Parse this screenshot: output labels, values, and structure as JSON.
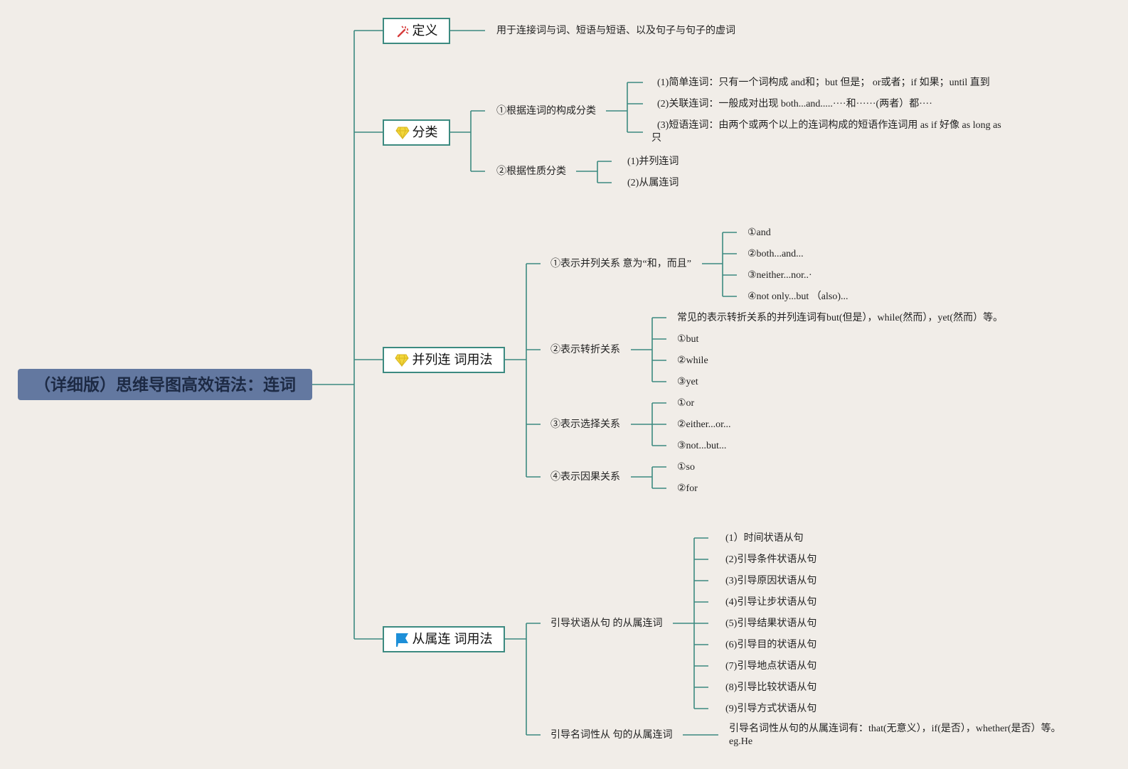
{
  "root": {
    "title": "（详细版）思维导图高效语法：连词"
  },
  "branches": {
    "definition": {
      "label": "定义",
      "icon": "magic-wand-icon",
      "text": "用于连接词与词、短语与短语、以及句子与句子的虚词"
    },
    "classification": {
      "label": "分类",
      "icon": "diamond-icon",
      "groups": [
        {
          "label": "①根据连词的构成分类",
          "items": [
            "(1)简单连词：只有一个词构成 and和；but 但是； or或者；if 如果；until 直到",
            "(2)关联连词：一般成对出现 both...and.....····和······(两者）都····",
            "(3)短语连词：由两个或两个以上的连词构成的短语作连词用 as if 好像 as long as 只"
          ]
        },
        {
          "label": "②根据性质分类",
          "items": [
            "(1)并列连词",
            "(2)从属连词"
          ]
        }
      ]
    },
    "coordinating": {
      "label": "并列连 词用法",
      "icon": "diamond-icon",
      "groups": [
        {
          "label": "①表示并列关系 意为“和，而且”",
          "items": [
            "①and",
            "②both...and...",
            "③neither...nor..·",
            "④not only...but （also)..."
          ]
        },
        {
          "label": "②表示转折关系",
          "items": [
            "常见的表示转折关系的并列连词有but(但是），while(然而），yet(然而）等。",
            "①but",
            "②while",
            "③yet"
          ]
        },
        {
          "label": "③表示选择关系",
          "items": [
            "①or",
            "②either...or...",
            "③not...but..."
          ]
        },
        {
          "label": "④表示因果关系",
          "items": [
            "①so",
            "②for"
          ]
        }
      ]
    },
    "subordinating": {
      "label": "从属连 词用法",
      "icon": "flag-icon",
      "groups": [
        {
          "label": "引导状语从句 的从属连词",
          "items": [
            "(1）时间状语从句",
            "(2)引导条件状语从句",
            "(3)引导原因状语从句",
            "(4)引导让步状语从句",
            "(5)引导结果状语从句",
            "(6)引导目的状语从句",
            "(7)引导地点状语从句",
            "(8)引导比较状语从句",
            "(9)引导方式状语从句"
          ]
        },
        {
          "label": "引导名词性从 句的从属连词",
          "items": [
            "引导名词性从句的从属连词有：that(无意义），if(是否），whether(是否）等。 eg.He"
          ]
        }
      ]
    }
  },
  "colors": {
    "background": "#f1ede8",
    "root_fill": "#6378a0",
    "root_text": "#1d2a44",
    "connector": "#3c8a80",
    "diamond": "#f2d63a",
    "flag": "#1d8fd8",
    "wand": "#d63a3a"
  }
}
